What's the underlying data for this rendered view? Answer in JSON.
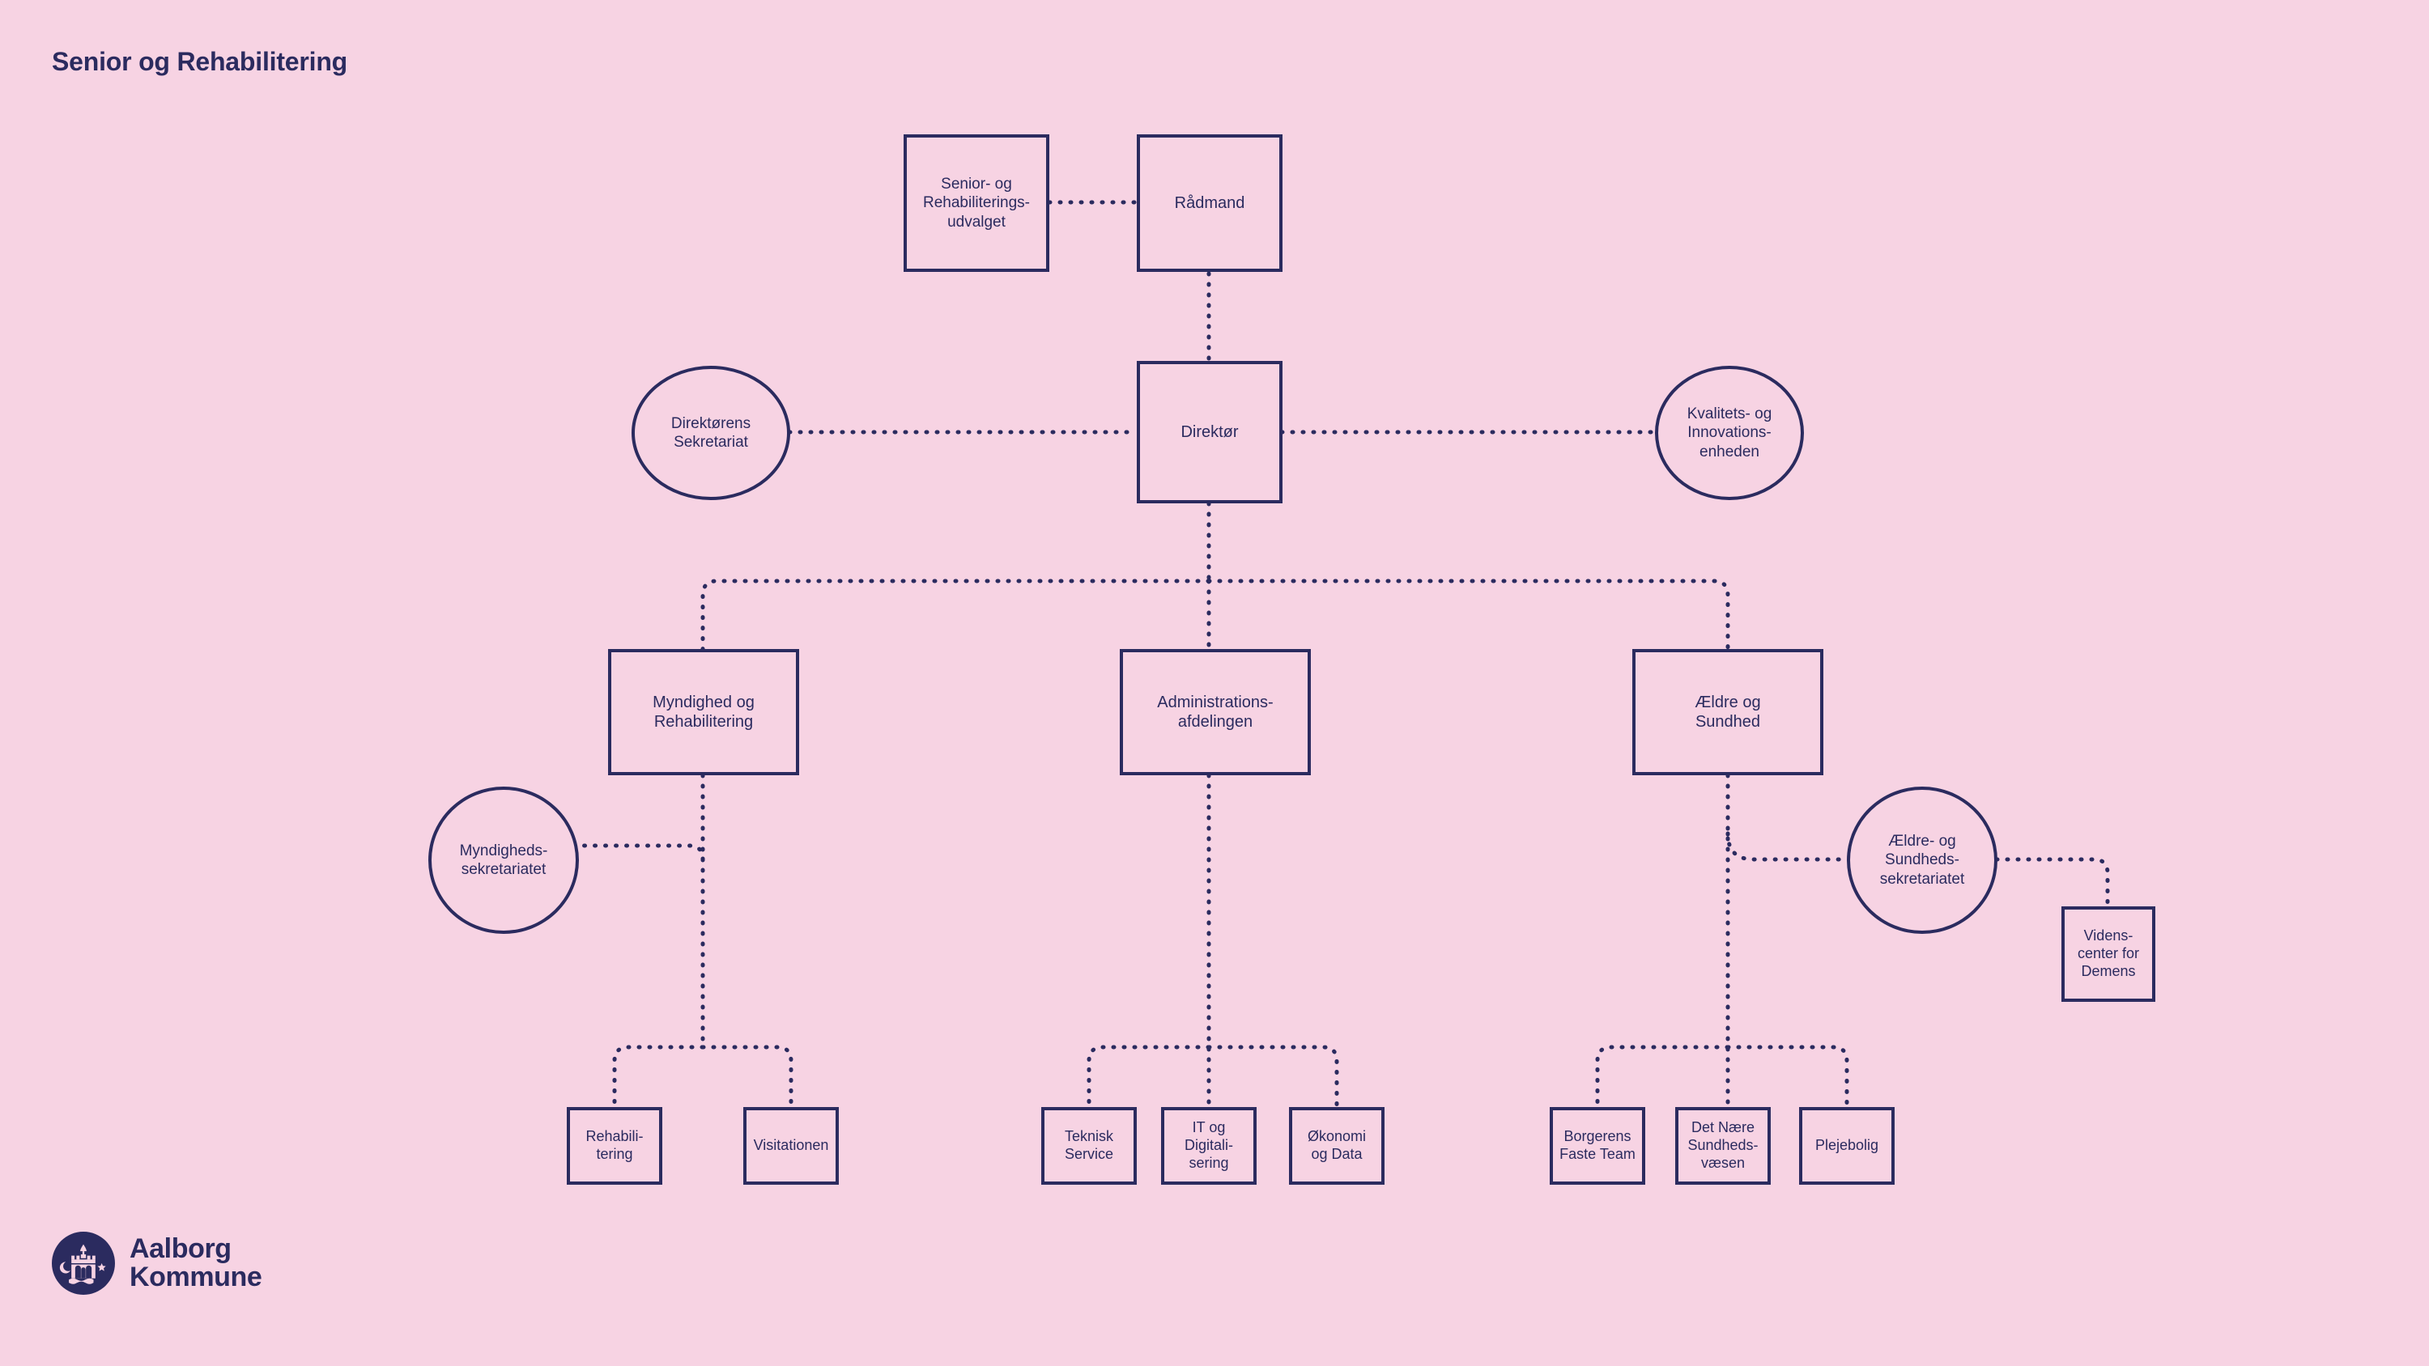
{
  "page": {
    "title": "Senior og Rehabilitering",
    "background_color": "#f7d3e3",
    "ink_color": "#2b2b5f"
  },
  "logo": {
    "name": "Aalborg Kommune",
    "line1": "Aalborg",
    "line2": "Kommune",
    "text": "Aalborg\nKommune"
  },
  "chart_data": {
    "type": "diagram",
    "title": "Senior og Rehabilitering",
    "subtype": "organizational-chart",
    "line_style": "dotted",
    "nodes": [
      {
        "id": "udvalget",
        "label": "Senior- og\nRehabiliterings-\nudvalget",
        "shape": "box",
        "level": 1
      },
      {
        "id": "raadmand",
        "label": "Rådmand",
        "shape": "box",
        "level": 1
      },
      {
        "id": "dir-sekretariat",
        "label": "Direktørens\nSekretariat",
        "shape": "circle",
        "level": 2
      },
      {
        "id": "direktor",
        "label": "Direktør",
        "shape": "box",
        "level": 2
      },
      {
        "id": "kvalitet",
        "label": "Kvalitets- og\nInnovations-\nenheden",
        "shape": "circle",
        "level": 2
      },
      {
        "id": "myndighed",
        "label": "Myndighed og\nRehabilitering",
        "shape": "box",
        "level": 3
      },
      {
        "id": "administration",
        "label": "Administrations-\nafdelingen",
        "shape": "box",
        "level": 3
      },
      {
        "id": "aeldre",
        "label": "Ældre og\nSundhed",
        "shape": "box",
        "level": 3
      },
      {
        "id": "mynd-sekr",
        "label": "Myndigheds-\nsekretariatet",
        "shape": "circle",
        "level": 4
      },
      {
        "id": "aeldre-sekr",
        "label": "Ældre- og\nSundheds-\nsekretariatet",
        "shape": "circle",
        "level": 4
      },
      {
        "id": "videnscenter",
        "label": "Videns-\ncenter for\nDemens",
        "shape": "box",
        "level": 5
      },
      {
        "id": "rehabilitering",
        "label": "Rehabili-\ntering",
        "shape": "box",
        "level": 5
      },
      {
        "id": "visitationen",
        "label": "Visitationen",
        "shape": "box",
        "level": 5
      },
      {
        "id": "teknisk",
        "label": "Teknisk\nService",
        "shape": "box",
        "level": 5
      },
      {
        "id": "it-digital",
        "label": "IT og\nDigitali-\nsering",
        "shape": "box",
        "level": 5
      },
      {
        "id": "okonomi",
        "label": "Økonomi\nog Data",
        "shape": "box",
        "level": 5
      },
      {
        "id": "borgerens",
        "label": "Borgerens\nFaste Team",
        "shape": "box",
        "level": 5
      },
      {
        "id": "naere",
        "label": "Det Nære\nSundheds-\nvæsen",
        "shape": "box",
        "level": 5
      },
      {
        "id": "plejebolig",
        "label": "Plejebolig",
        "shape": "box",
        "level": 5
      }
    ],
    "edges": [
      {
        "from": "udvalget",
        "to": "raadmand",
        "style": "dotted",
        "orientation": "horizontal"
      },
      {
        "from": "raadmand",
        "to": "direktor",
        "style": "dotted",
        "orientation": "vertical"
      },
      {
        "from": "dir-sekretariat",
        "to": "direktor",
        "style": "dotted",
        "orientation": "horizontal"
      },
      {
        "from": "direktor",
        "to": "kvalitet",
        "style": "dotted",
        "orientation": "horizontal"
      },
      {
        "from": "direktor",
        "to": "myndighed",
        "style": "dotted",
        "orientation": "elbow"
      },
      {
        "from": "direktor",
        "to": "administration",
        "style": "dotted",
        "orientation": "vertical"
      },
      {
        "from": "direktor",
        "to": "aeldre",
        "style": "dotted",
        "orientation": "elbow"
      },
      {
        "from": "myndighed",
        "to": "mynd-sekr",
        "style": "dotted",
        "orientation": "elbow"
      },
      {
        "from": "myndighed",
        "to": "rehabilitering",
        "style": "dotted",
        "orientation": "elbow"
      },
      {
        "from": "myndighed",
        "to": "visitationen",
        "style": "dotted",
        "orientation": "elbow"
      },
      {
        "from": "administration",
        "to": "teknisk",
        "style": "dotted",
        "orientation": "elbow"
      },
      {
        "from": "administration",
        "to": "it-digital",
        "style": "dotted",
        "orientation": "vertical"
      },
      {
        "from": "administration",
        "to": "okonomi",
        "style": "dotted",
        "orientation": "elbow"
      },
      {
        "from": "aeldre",
        "to": "aeldre-sekr",
        "style": "dotted",
        "orientation": "elbow"
      },
      {
        "from": "aeldre-sekr",
        "to": "videnscenter",
        "style": "dotted",
        "orientation": "elbow"
      },
      {
        "from": "aeldre",
        "to": "borgerens",
        "style": "dotted",
        "orientation": "elbow"
      },
      {
        "from": "aeldre",
        "to": "naere",
        "style": "dotted",
        "orientation": "vertical"
      },
      {
        "from": "aeldre",
        "to": "plejebolig",
        "style": "dotted",
        "orientation": "elbow"
      }
    ]
  }
}
